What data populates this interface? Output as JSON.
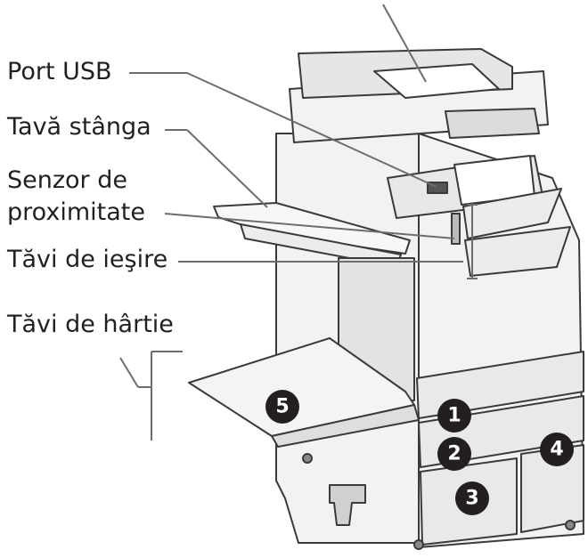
{
  "labels": {
    "usb_port": "Port USB",
    "left_tray": "Tavă stânga",
    "proximity_line1": "Senzor de",
    "proximity_line2": "proximitate",
    "output_trays": "Tăvi de ieşire",
    "paper_trays": "Tăvi de hârtie"
  },
  "badges": [
    "1",
    "2",
    "3",
    "4",
    "5"
  ],
  "colors": {
    "body": "#f2f2f2",
    "outline": "#3a3a3a",
    "shade": "#d6d6d6",
    "badge": "#231f20",
    "leader": "#6d6d6d"
  }
}
